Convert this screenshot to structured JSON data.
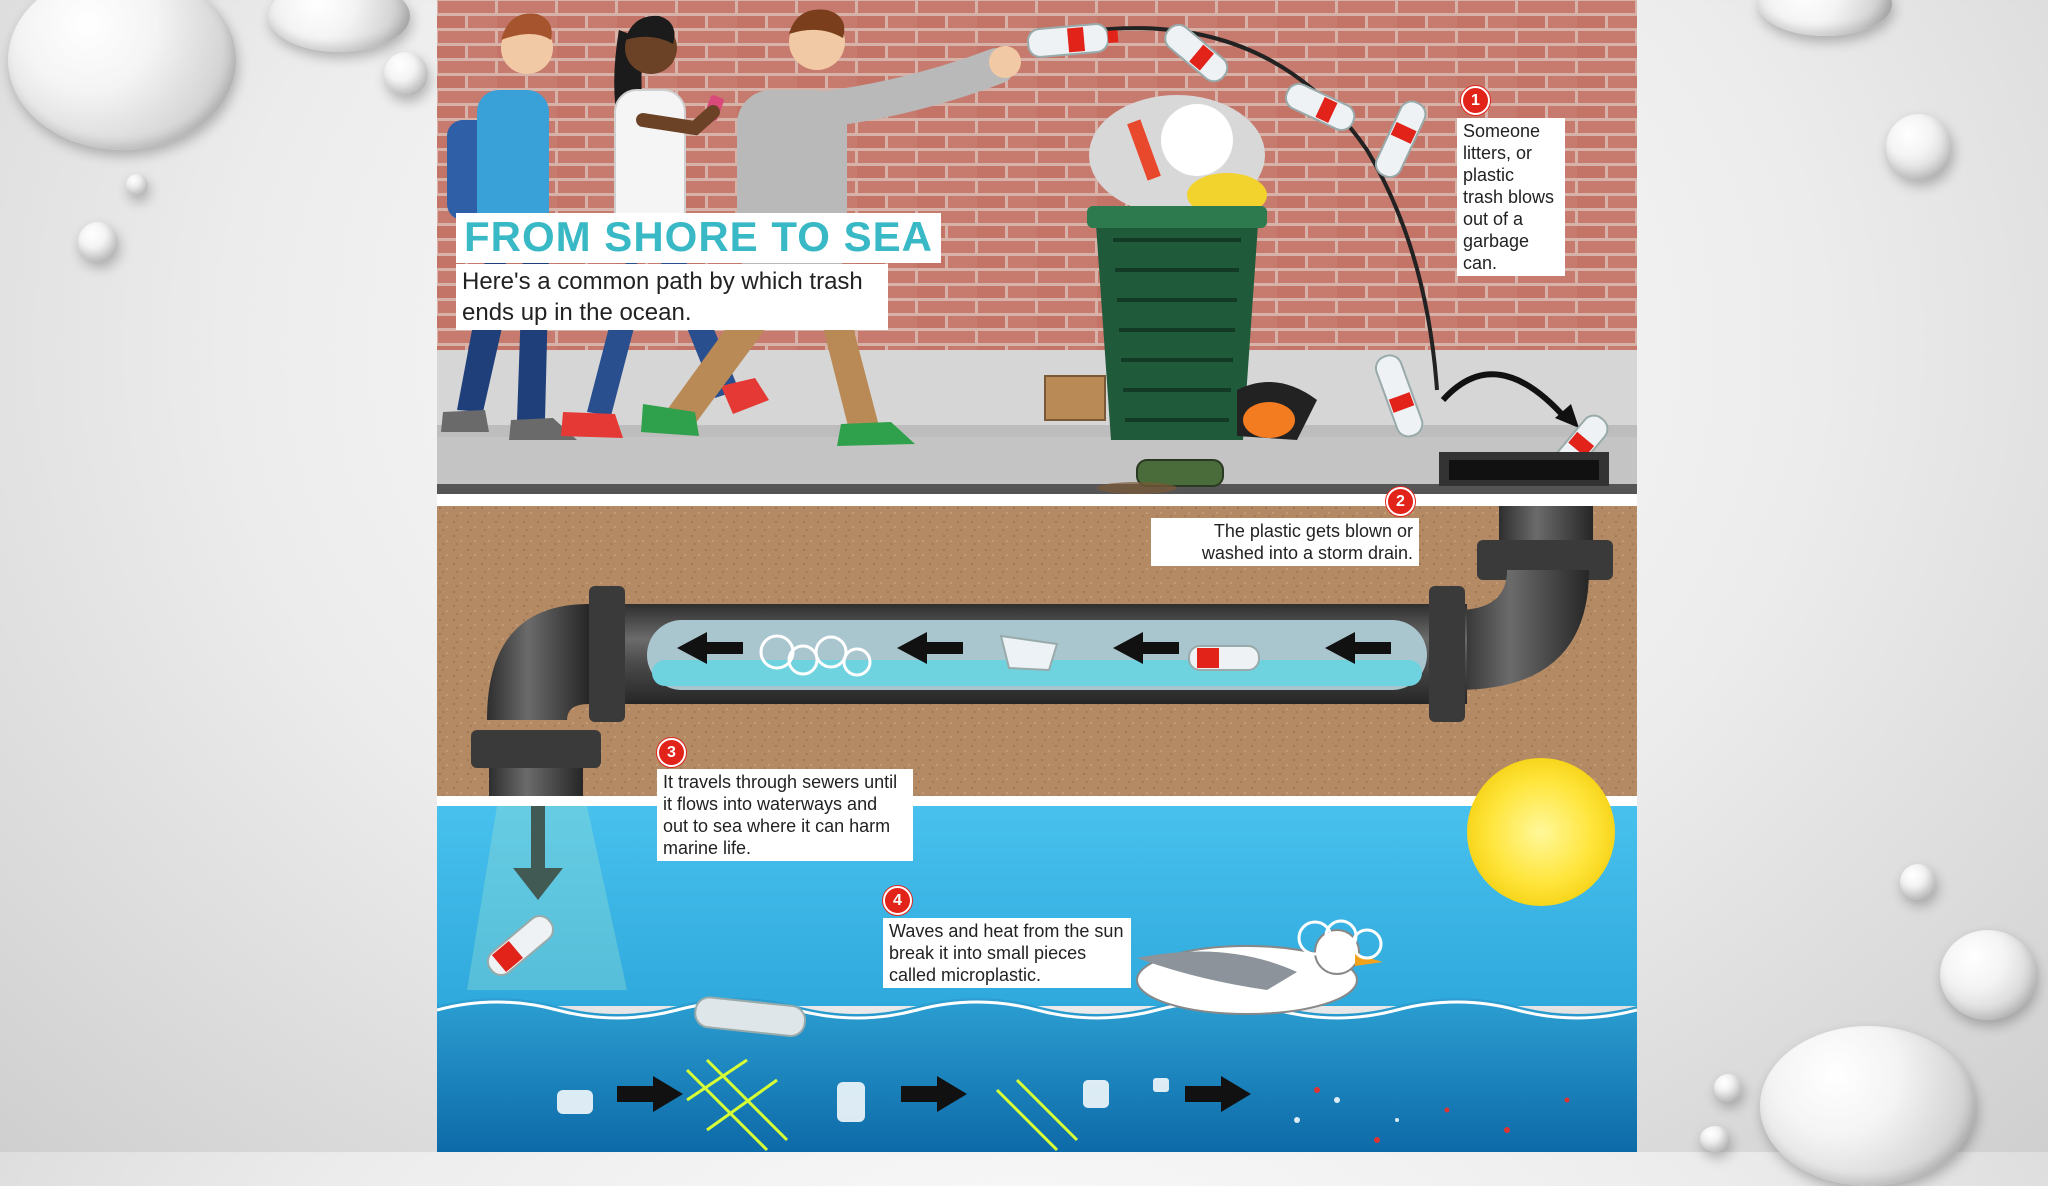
{
  "infographic": {
    "title": "FROM SHORE TO SEA",
    "subtitle": "Here's a common path by which trash ends up in the ocean.",
    "steps": [
      {
        "number": "1",
        "text": "Someone litters, or plastic trash blows out of a garbage can."
      },
      {
        "number": "2",
        "text": "The plastic gets blown or washed into a storm drain."
      },
      {
        "number": "3",
        "text": "It travels through sewers until it flows into waterways and out to sea where it can harm marine life."
      },
      {
        "number": "4",
        "text": "Waves and heat from the sun break it into small pieces called microplastic."
      }
    ]
  },
  "colors": {
    "title": "#39b8c5",
    "brick": "#c77a6e",
    "soil": "#b38a63",
    "sea": "#3cb6e6",
    "step_marker": "#e2231a"
  }
}
